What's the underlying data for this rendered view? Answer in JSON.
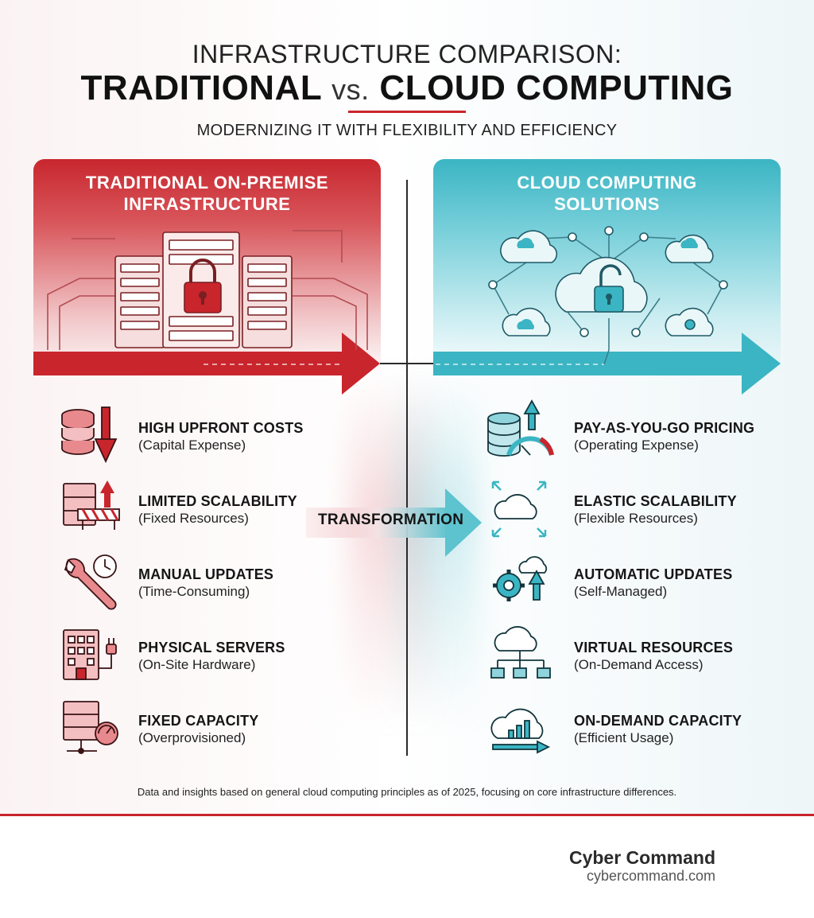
{
  "header": {
    "line1": "INFRASTRUCTURE COMPARISON:",
    "left_term": "TRADITIONAL",
    "vs": "vs.",
    "right_term": "CLOUD COMPUTING",
    "subtitle": "MODERNIZING IT WITH FLEXIBILITY AND EFFICIENCY"
  },
  "traditional": {
    "title_line1": "TRADITIONAL ON-PREMISE",
    "title_line2": "INFRASTRUCTURE",
    "features": [
      {
        "title": "HIGH UPFRONT COSTS",
        "desc": "(Capital Expense)",
        "icon": "coin-stack-down-arrow-icon"
      },
      {
        "title": "LIMITED SCALABILITY",
        "desc": "(Fixed Resources)",
        "icon": "server-barrier-icon"
      },
      {
        "title": "MANUAL UPDATES",
        "desc": "(Time-Consuming)",
        "icon": "wrench-clock-icon"
      },
      {
        "title": "PHYSICAL SERVERS",
        "desc": "(On-Site Hardware)",
        "icon": "building-plug-icon"
      },
      {
        "title": "FIXED CAPACITY",
        "desc": "(Overprovisioned)",
        "icon": "server-gauge-icon"
      }
    ]
  },
  "cloud": {
    "title_line1": "CLOUD COMPUTING",
    "title_line2": "SOLUTIONS",
    "features": [
      {
        "title": "PAY-AS-YOU-GO PRICING",
        "desc": "(Operating Expense)",
        "icon": "database-gauge-icon"
      },
      {
        "title": "ELASTIC SCALABILITY",
        "desc": "(Flexible Resources)",
        "icon": "cloud-expand-icon"
      },
      {
        "title": "AUTOMATIC UPDATES",
        "desc": "(Self-Managed)",
        "icon": "gear-cloud-arrow-icon"
      },
      {
        "title": "VIRTUAL RESOURCES",
        "desc": "(On-Demand Access)",
        "icon": "cloud-network-icon"
      },
      {
        "title": "ON-DEMAND CAPACITY",
        "desc": "(Efficient Usage)",
        "icon": "cloud-bar-chart-icon"
      }
    ]
  },
  "transformation_label": "TRANSFORMATION",
  "footnote": "Data and insights based on general cloud computing principles as of 2025, focusing on core infrastructure differences.",
  "brand": {
    "name": "Cyber Command",
    "url": "cybercommand.com"
  },
  "colors": {
    "red": "#c9252c",
    "teal": "#3bb5c3",
    "dark": "#1a1a1a"
  }
}
